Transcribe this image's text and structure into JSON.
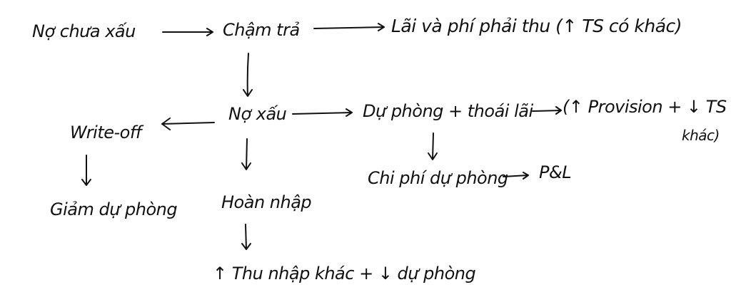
{
  "nodes": {
    "non_bad_debt": "Nợ chưa xấu",
    "late_payment": "Chậm trả",
    "receivable_interest": "Lãi và phí phải thu (↑ TS có khác)",
    "bad_debt": "Nợ xấu",
    "provision_reversal": "Dự phòng + thoái lãi",
    "provision_effect_line1": "(↑ Provision + ↓ TS có",
    "provision_effect_line2": "khác)",
    "write_off": "Write-off",
    "reduce_provision": "Giảm dự phòng",
    "provision_expense": "Chi phí dự phòng",
    "pnl": "P&L",
    "recovery": "Hoàn nhập",
    "other_income": "↑ Thu nhập khác + ↓ dự phòng"
  }
}
